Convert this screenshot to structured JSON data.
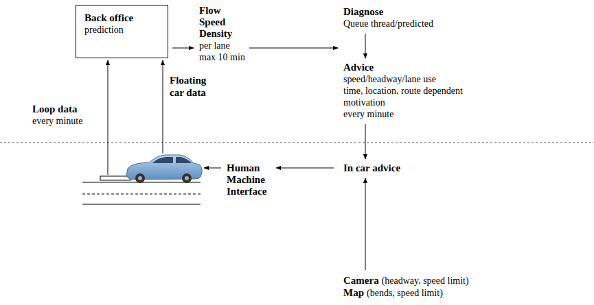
{
  "diagram": {
    "nodes": [
      {
        "text": [
          "Back office",
          "prediction"
        ]
      },
      {
        "text": [
          "Flow Speed Density",
          "per lane",
          "max 10 min"
        ]
      },
      {
        "text": [
          "Diagnose",
          "Queue thread/predicted"
        ]
      },
      {
        "text": [
          "Advice",
          "speed/headway/lane use",
          "time, location, route dependent",
          "motivation",
          "every minute"
        ]
      },
      {
        "text": [
          "In car advice"
        ]
      },
      {
        "text": [
          "Human Machine Interface"
        ]
      },
      {
        "text": [
          "Camera",
          "(headway, speed limit)",
          "Map",
          "(bends, speed limit)"
        ]
      }
    ],
    "edges": [
      {
        "from": 0,
        "to": 1,
        "arrow": "to"
      },
      {
        "from": 1,
        "to": 2,
        "arrow": "to"
      },
      {
        "from": 2,
        "to": 3,
        "arrow": "to"
      },
      {
        "from": 3,
        "to": 4,
        "arrow": "to"
      },
      {
        "from": 6,
        "to": 4,
        "arrow": "to"
      },
      {
        "from": 4,
        "to": 5,
        "arrow": "to"
      }
    ],
    "labels": [
      "Loop data",
      "every minute",
      "Floating car data"
    ]
  }
}
